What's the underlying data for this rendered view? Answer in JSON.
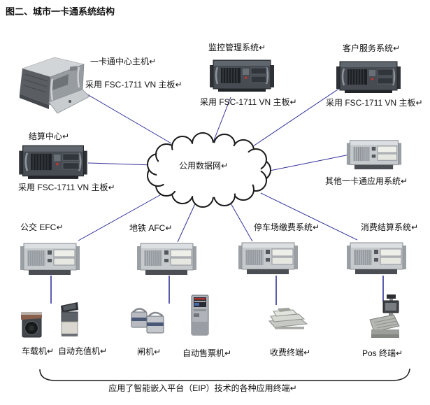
{
  "title": "图二、城市一卡通系统结构",
  "cloud": {
    "label": "公用数据网↵"
  },
  "servers": {
    "center_host": {
      "name": "一卡通中心主机↵",
      "board": "采用 FSC-1711 VN 主板↵"
    },
    "monitoring": {
      "name": "监控管理系统↵",
      "board": "采用 FSC-1711 VN 主板↵"
    },
    "customer_service": {
      "name": "客户服务系统↵",
      "board": "采用 FSC-1711 VN 主板↵"
    },
    "settlement_center": {
      "name": "结算中心↵",
      "board": "采用 FSC-1711 VN 主板↵"
    },
    "other_apps": {
      "name": "其他一卡通应用系统↵"
    },
    "bus_efc": {
      "name": "公交 EFC↵"
    },
    "metro_afc": {
      "name": "地铁 AFC↵"
    },
    "parking_fee": {
      "name": "停车场缴费系统↵"
    },
    "consume_settle": {
      "name": "消费结算系统↵"
    }
  },
  "terminals": [
    {
      "name": "车载机↵"
    },
    {
      "name": "自动充值机↵"
    },
    {
      "name": "闸机↵"
    },
    {
      "name": "自动售票机↵"
    },
    {
      "name": "收费终端↵"
    },
    {
      "name": "Pos 终端↵"
    }
  ],
  "footer": {
    "caption": "应用了智能嵌入平台（EIP）技术的各种应用终端↵"
  },
  "colors": {
    "connector": "#333399",
    "cloud_outline": "#1a1a1a",
    "text": "#111111"
  }
}
